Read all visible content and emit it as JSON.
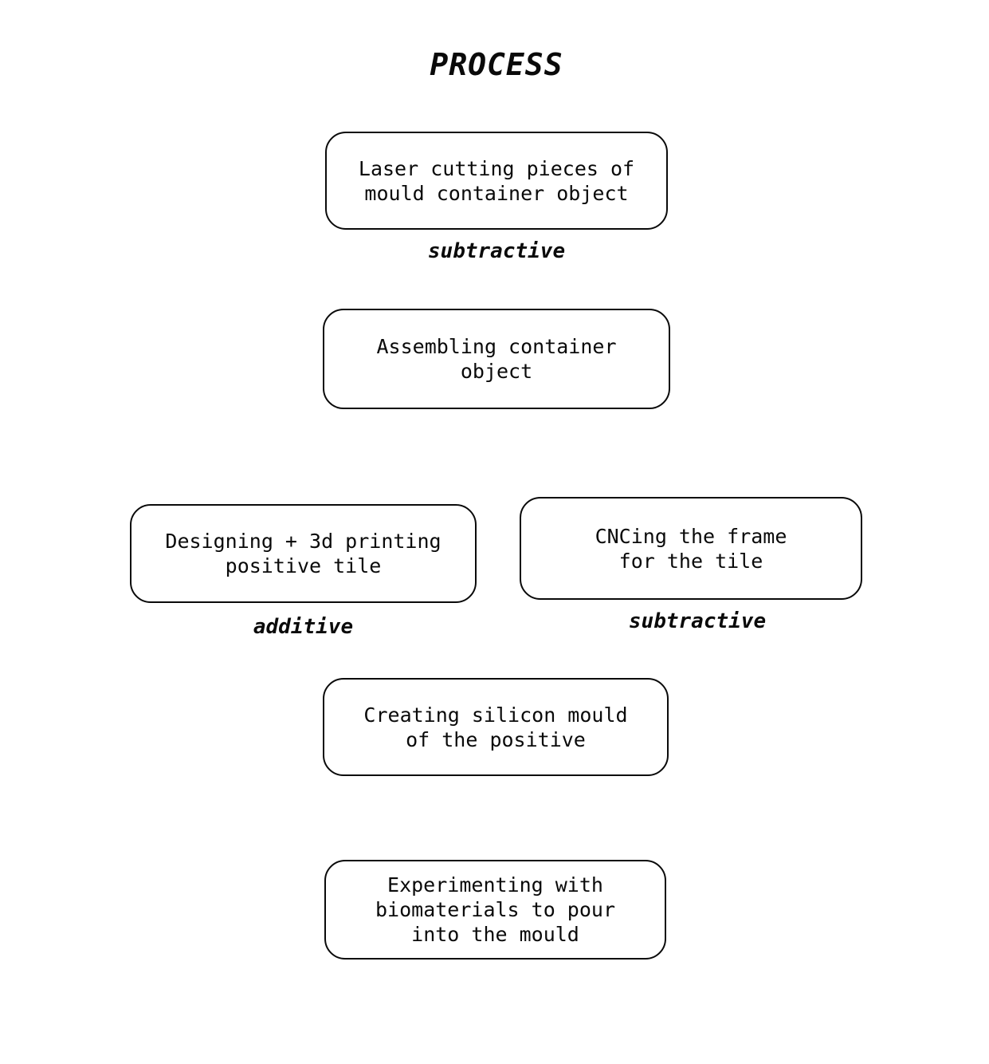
{
  "title": "PROCESS",
  "steps": [
    {
      "text": "Laser cutting pieces of\nmould container object",
      "tag": "subtractive"
    },
    {
      "text": "Assembling container\nobject",
      "tag": ""
    },
    {
      "text": "Designing + 3d printing\npositive tile",
      "tag": "additive"
    },
    {
      "text": "CNCing the frame\nfor the tile",
      "tag": "subtractive"
    },
    {
      "text": "Creating silicon mould\nof the positive",
      "tag": ""
    },
    {
      "text": "Experimenting with\nbiomaterials to pour\ninto the mould",
      "tag": ""
    }
  ],
  "colors": {
    "background": "#ffffff",
    "border": "#0a0a0a",
    "text": "#0a0a0a"
  }
}
